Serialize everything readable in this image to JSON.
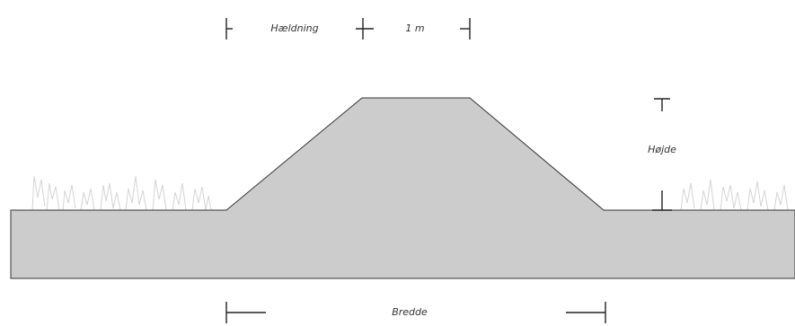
{
  "labels": {
    "slope": "Hældning",
    "crest_width": "1 m",
    "height": "Højde",
    "width": "Bredde"
  },
  "colors": {
    "fill": "#cccccc",
    "outline": "#333333",
    "dimension": "#222222",
    "grass": "#d4d4d4",
    "background": "#ffffff"
  }
}
